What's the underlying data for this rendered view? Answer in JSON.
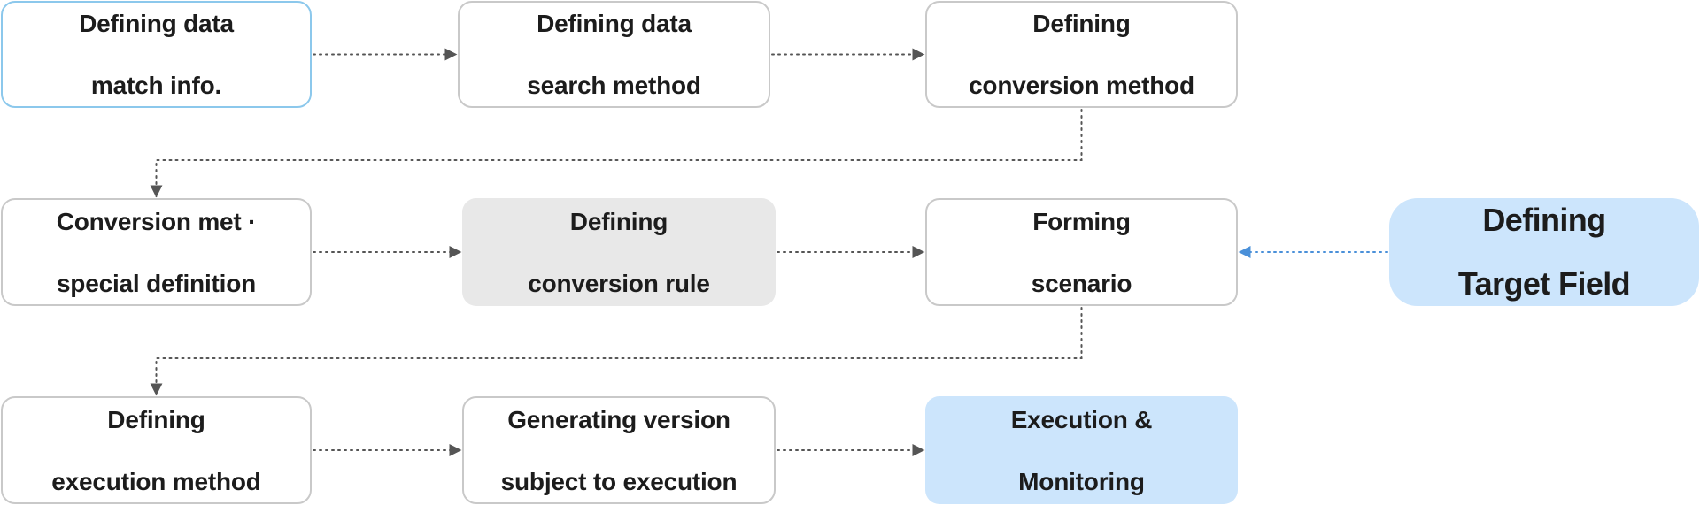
{
  "diagram": {
    "nodes": [
      {
        "id": "n1",
        "lines": [
          "Defining data",
          "match info."
        ]
      },
      {
        "id": "n2",
        "lines": [
          "Defining data",
          "search method"
        ]
      },
      {
        "id": "n3",
        "lines": [
          "Defining",
          "conversion method"
        ]
      },
      {
        "id": "n4",
        "lines": [
          "Conversion met ·",
          "special definition"
        ]
      },
      {
        "id": "n5",
        "lines": [
          "Defining",
          "conversion rule"
        ]
      },
      {
        "id": "n6",
        "lines": [
          "Forming",
          "scenario"
        ]
      },
      {
        "id": "n7",
        "lines": [
          "Defining",
          "Target Field"
        ]
      },
      {
        "id": "n8",
        "lines": [
          "Defining",
          "execution method"
        ]
      },
      {
        "id": "n9",
        "lines": [
          "Generating version",
          "subject to execution"
        ]
      },
      {
        "id": "n10",
        "lines": [
          "Execution &",
          "Monitoring"
        ]
      }
    ],
    "edges": [
      {
        "from": "n1",
        "to": "n2"
      },
      {
        "from": "n2",
        "to": "n3"
      },
      {
        "from": "n3",
        "to": "n4"
      },
      {
        "from": "n4",
        "to": "n5"
      },
      {
        "from": "n5",
        "to": "n6"
      },
      {
        "from": "n7",
        "to": "n6",
        "color": "#4a90d9"
      },
      {
        "from": "n6",
        "to": "n8"
      },
      {
        "from": "n8",
        "to": "n9"
      },
      {
        "from": "n9",
        "to": "n10"
      }
    ],
    "colors": {
      "connector": "#555555",
      "accent_connector": "#4a90d9",
      "box_border": "#c9c9c9",
      "start_border": "#8cc8ec",
      "highlight_fill": "#cce5fc",
      "rule_fill": "#e8e8e8",
      "text": "#1c1c1c"
    }
  }
}
